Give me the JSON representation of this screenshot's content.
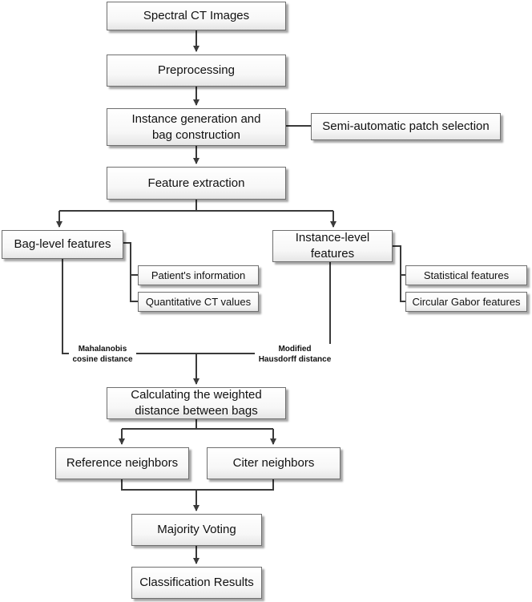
{
  "diagram": {
    "nodes": {
      "spectral_ct_images": "Spectral CT Images",
      "preprocessing": "Preprocessing",
      "instance_generation": "Instance generation and\nbag construction",
      "semi_automatic_patch_selection": "Semi-automatic patch selection",
      "feature_extraction": "Feature extraction",
      "bag_level_features": "Bag-level features",
      "instance_level_features": "Instance-level\nfeatures",
      "patients_information": "Patient's information",
      "quantitative_ct_values": "Quantitative CT values",
      "statistical_features": "Statistical features",
      "circular_gabor_features": "Circular Gabor features",
      "weighted_distance": "Calculating the weighted\ndistance between bags",
      "reference_neighbors": "Reference neighbors",
      "citer_neighbors": "Citer neighbors",
      "majority_voting": "Majority Voting",
      "classification_results": "Classification Results"
    },
    "edge_labels": {
      "mahalanobis": "Mahalanobis\ncosine distance",
      "modified_hausdorff": "Modified\nHausdorff distance"
    }
  }
}
